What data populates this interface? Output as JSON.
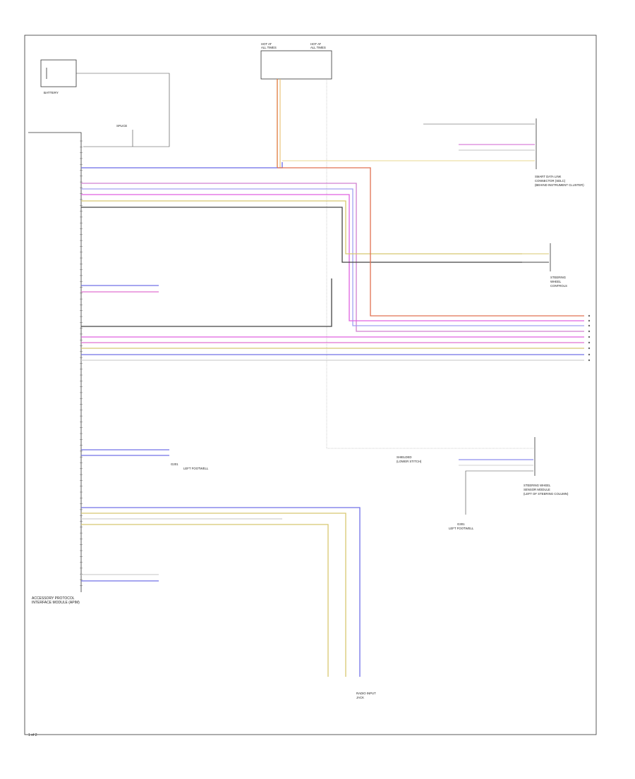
{
  "labels": {
    "asm_left": "ACCESSORY PROTOCOL",
    "asm_left_2": "INTERFACE MODULE (APIM)",
    "battery": "BATTERY",
    "mid_splice": "SPLICE",
    "hot_a": "HOT AT",
    "hot_a2": "ALL TIMES",
    "hot_b": "HOT AT",
    "hot_b2": "ALL TIMES",
    "right_mod_1": "SMART DATA LINK",
    "right_mod_2": "CONNECTOR (SDLC)",
    "right_mod_3": "(BEHIND INSTRUMENT CLUSTER)",
    "mid_mod_1": "STEERING",
    "mid_mod_2": "WHEEL",
    "mid_mod_3": "CONTROLS",
    "low_mod_1": "STEERING WHEEL",
    "low_mod_2": "SENSOR MODULE",
    "low_mod_3": "(LEFT OF STEERING COLUMN)",
    "ground_1": "G201",
    "ground_2": "LEFT FOOTWELL",
    "ground_3": "G301",
    "ground_4": "LEFT FOOTWELL",
    "ref_1": "SHIELDED",
    "ref_2": "(LOWER STITCH)",
    "antenna": "RADIO INPUT",
    "antenna_2": "JACK",
    "page_code": "1 of 2"
  }
}
